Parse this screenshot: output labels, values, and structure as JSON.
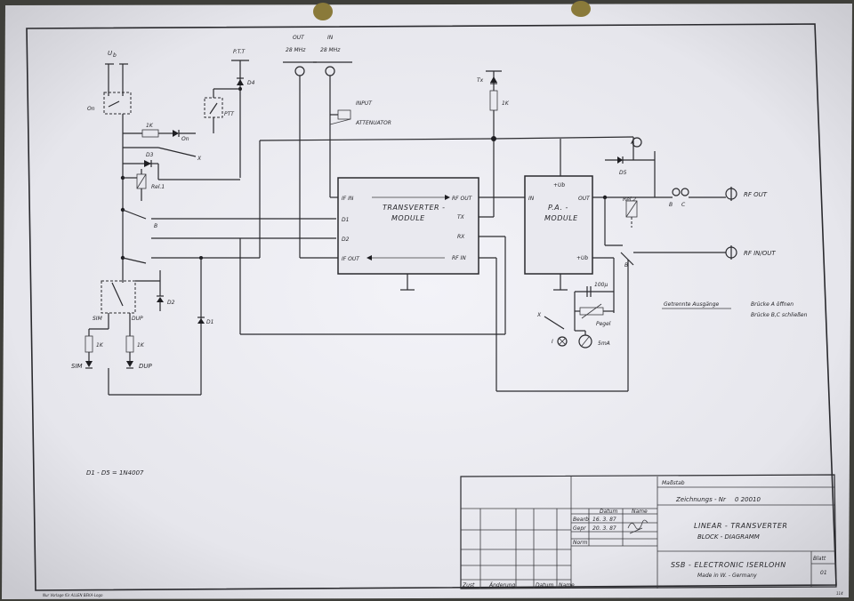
{
  "diagram": {
    "top_labels": {
      "ub": "U",
      "ub_sub": "b",
      "ptt": "P.T.T",
      "out": "OUT",
      "out_freq": "28 MHz",
      "in": "IN",
      "in_freq": "28 MHz",
      "input_attenuator_1": "INPUT",
      "input_attenuator_2": "ATTENUATOR",
      "tx": "Tx"
    },
    "components": {
      "on_switch": "On",
      "ptt_switch": "PTT",
      "r_1k_top": "1K",
      "led_on": "On",
      "x_top": "X",
      "d3": "D3",
      "d4": "D4",
      "rel1": "Rel.1",
      "d2": "D2",
      "d1": "D1",
      "sim": "SIM",
      "dup": "DUP",
      "r_1k_sim": "1K",
      "r_1k_dup": "1K",
      "led_sim": "SIM",
      "led_dup": "DUP",
      "r_1k_tx": "1K",
      "d5": "D5",
      "rel2": "Rel.2",
      "bridge_b": "B",
      "bridge_c": "C",
      "bridge_a": "A",
      "rf_out": "RF OUT",
      "rf_inout": "RF IN/OUT",
      "x_mid": "X",
      "lamp_label": "I",
      "meter_label": "5mA",
      "pot_label": "Pegel",
      "cap_label": "100µ",
      "diode_note": "D1 - D5  =  1N4007"
    },
    "transverter": {
      "title_1": "TRANSVERTER -",
      "title_2": "MODULE",
      "if_in": "IF IN",
      "c_d1": "D1",
      "c_d2": "D2",
      "if_out": "IF OUT",
      "rf_out": "RF OUT",
      "tx": "TX",
      "rx": "RX",
      "rf_in": "RF IN"
    },
    "pa": {
      "title_1": "P.A. -",
      "title_2": "MODULE",
      "ub": "+Ub",
      "out": "OUT",
      "in": "IN",
      "ub2": "+Ub"
    },
    "note": {
      "title": "Getrennte  Ausgänge",
      "line1": "Brücke  A  öffnen",
      "line2": "Brücke  B,C  schließen"
    }
  },
  "title_block": {
    "massstab": "Maßstab",
    "zeichnungs_nr_label": "Zeichnungs - Nr",
    "zeichnungs_nr": "0 20010",
    "datum_header": "Datum",
    "name_header": "Name",
    "bearb_label": "Bearb",
    "bearb_date": "16. 3. 87",
    "gepr_label": "Gepr",
    "gepr_date": "20. 3. 87",
    "norm_label": "Norm",
    "title_1": "LINEAR  -  TRANSVERTER",
    "title_2": "BLOCK - DIAGRAMM",
    "company": "SSB - ELECTRONIC  ISERLOHN",
    "made_in": "Made  in  W. - Germany",
    "blatt_label": "Blatt",
    "blatt": "01",
    "zust": "Zust",
    "aenderung": "Änderung",
    "datum": "Datum",
    "name": "Name"
  },
  "footer": {
    "left": "Nur Vorlage für ALLEN BEKA-Logo",
    "right": "114"
  },
  "colors": {
    "paper": "#ededf3",
    "ink": "#2a2a2e",
    "backdrop": "#3f3f3a",
    "hole": "#8a7a3a"
  }
}
